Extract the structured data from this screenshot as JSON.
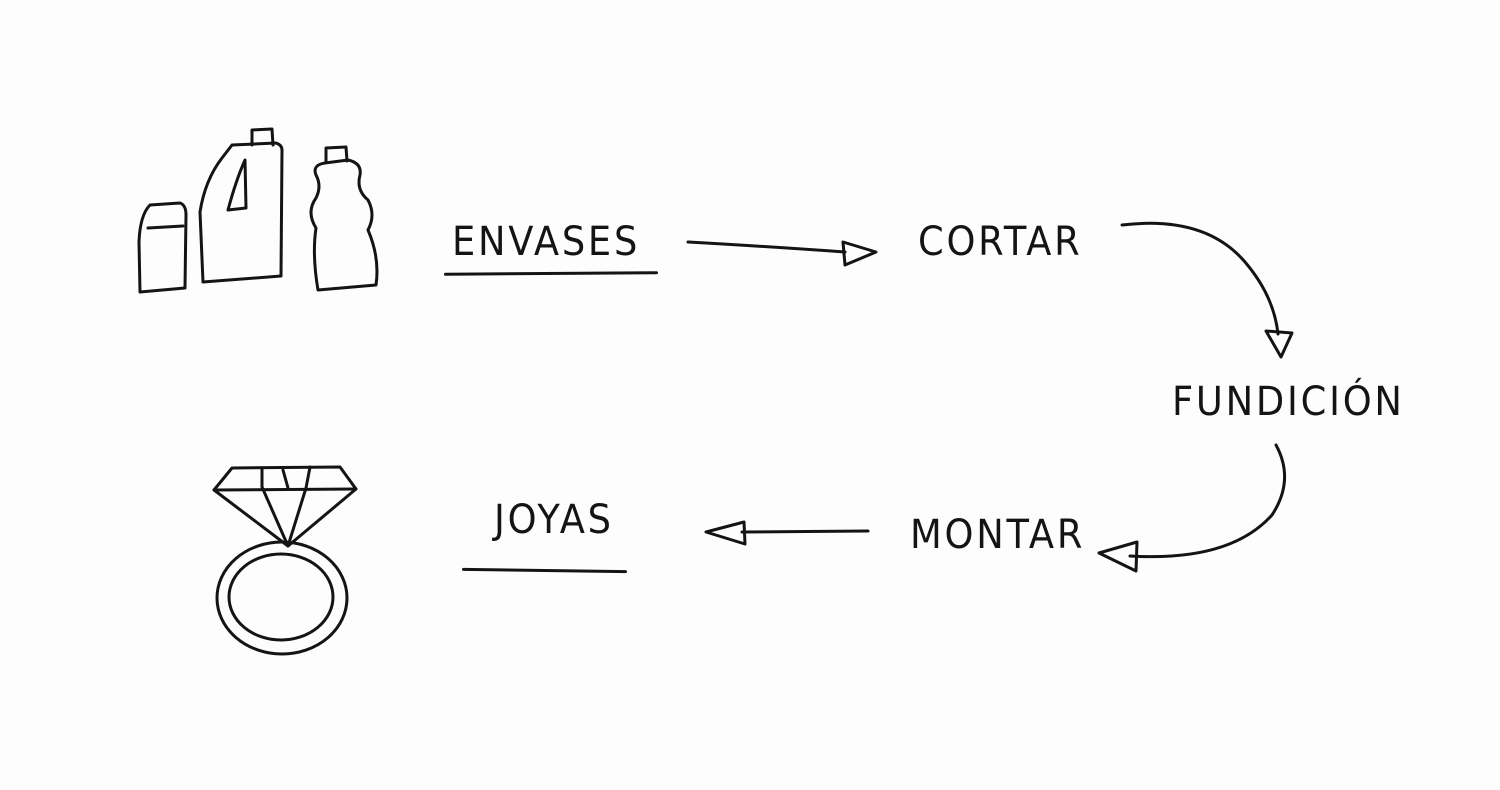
{
  "diagram": {
    "steps": [
      {
        "id": "envases",
        "label": "ENVASES"
      },
      {
        "id": "cortar",
        "label": "CORTAR"
      },
      {
        "id": "fundicion",
        "label": "FUNDICIÓN"
      },
      {
        "id": "montar",
        "label": "MONTAR"
      },
      {
        "id": "joyas",
        "label": "JOYAS"
      }
    ],
    "icons": {
      "start": "bottles-icon",
      "end": "diamond-ring-icon"
    },
    "colors": {
      "ink": "#141414",
      "paper": "#fdfdfd"
    }
  }
}
